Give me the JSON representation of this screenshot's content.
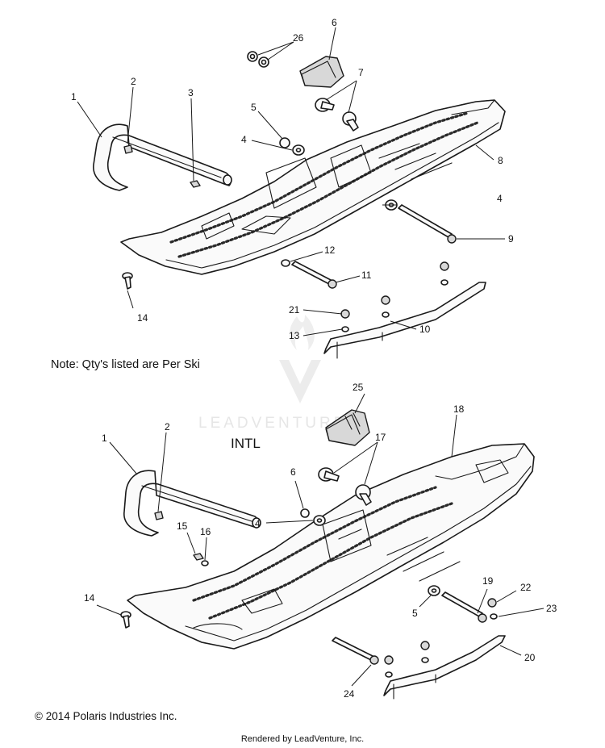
{
  "diagram": {
    "note": "Note: Qty's listed are Per Ski",
    "intl_label": "INTL",
    "copyright": "© 2014 Polaris Industries Inc.",
    "rendered_by": "Rendered by LeadVenture, Inc.",
    "watermark": "LEADVENTURE",
    "top_callouts": [
      "1",
      "2",
      "3",
      "4",
      "4",
      "5",
      "6",
      "7",
      "8",
      "9",
      "10",
      "11",
      "12",
      "13",
      "14",
      "21",
      "26"
    ],
    "bottom_callouts": [
      "1",
      "2",
      "4",
      "5",
      "6",
      "14",
      "15",
      "16",
      "17",
      "18",
      "19",
      "20",
      "22",
      "23",
      "24",
      "25"
    ]
  }
}
